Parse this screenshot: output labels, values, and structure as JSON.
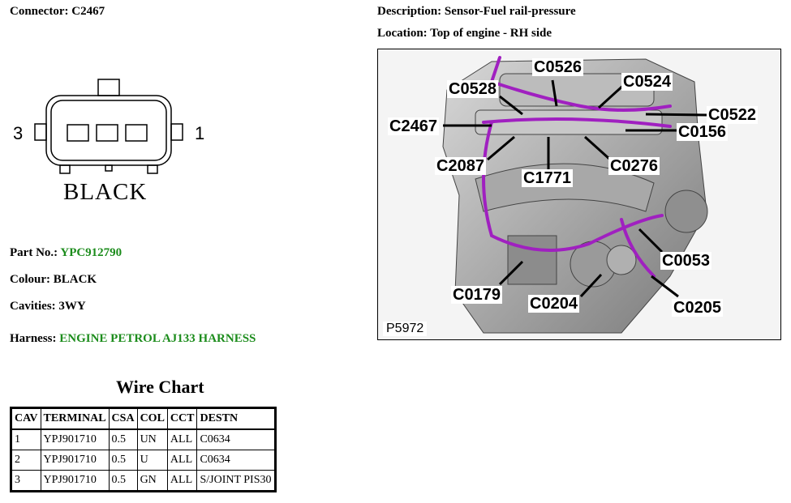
{
  "connector": {
    "label": "Connector:",
    "value": "C2467",
    "left_pin": "3",
    "right_pin": "1",
    "color_text": "BLACK"
  },
  "description": {
    "label": "Description:",
    "value": "Sensor-Fuel rail-pressure"
  },
  "location": {
    "label": "Location:",
    "value": "Top of engine - RH side"
  },
  "part": {
    "label": "Part No.:",
    "value": "YPC912790"
  },
  "colour": {
    "label": "Colour:",
    "value": "BLACK"
  },
  "cavities": {
    "label": "Cavities:",
    "value": "3WY"
  },
  "harness": {
    "label": "Harness:",
    "value": "ENGINE PETROL AJ133 HARNESS"
  },
  "figure": {
    "id": "P5972",
    "callouts": [
      "C0526",
      "C0524",
      "C0528",
      "C0522",
      "C2467",
      "C0156",
      "C2087",
      "C0276",
      "C1771",
      "C0053",
      "C0179",
      "C0204",
      "C0205"
    ]
  },
  "wire_chart": {
    "title": "Wire Chart",
    "headers": [
      "CAV",
      "TERMINAL",
      "CSA",
      "COL",
      "CCT",
      "DESTN"
    ],
    "rows": [
      [
        "1",
        "YPJ901710",
        "0.5",
        "UN",
        "ALL",
        "C0634"
      ],
      [
        "2",
        "YPJ901710",
        "0.5",
        "U",
        "ALL",
        "C0634"
      ],
      [
        "3",
        "YPJ901710",
        "0.5",
        "GN",
        "ALL",
        "S/JOINT PIS30"
      ]
    ]
  },
  "colors": {
    "link_green": "#1c8c1c",
    "harness_purple": "#a020c0"
  }
}
